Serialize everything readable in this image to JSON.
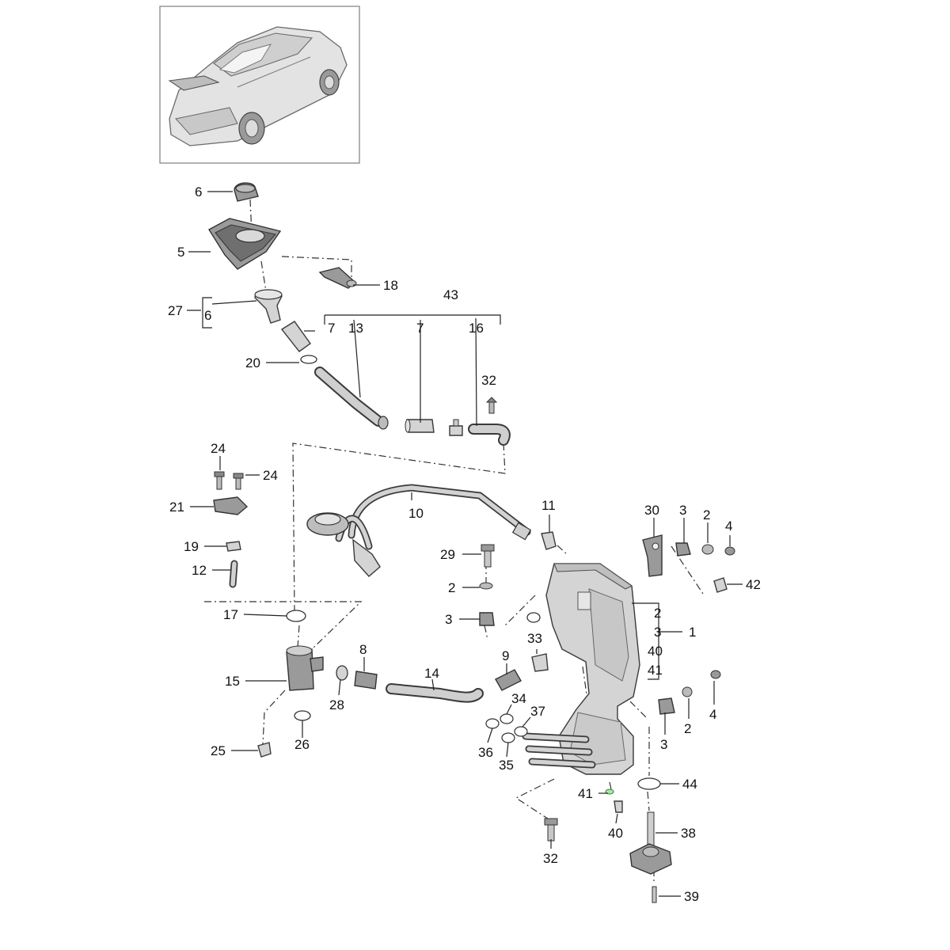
{
  "callouts": {
    "c6a": "6",
    "c5": "5",
    "c18": "18",
    "c27": "27",
    "c6b": "6",
    "c43": "43",
    "c7a": "7",
    "c13": "13",
    "c7b": "7",
    "c16": "16",
    "c20": "20",
    "c32a": "32",
    "c24a": "24",
    "c24b": "24",
    "c21": "21",
    "c19": "19",
    "c12": "12",
    "c10": "10",
    "c11": "11",
    "c30": "30",
    "c3a": "3",
    "c2a": "2",
    "c4a": "4",
    "c42": "42",
    "c29": "29",
    "c2b": "2",
    "c3b": "3",
    "c17": "17",
    "c15": "15",
    "c28": "28",
    "c8": "8",
    "c14": "14",
    "c9": "9",
    "c33": "33",
    "c25": "25",
    "c26": "26",
    "g2": "2",
    "g3": "3",
    "g40": "40",
    "g41": "41",
    "c1": "1",
    "c3c": "3",
    "c2c": "2",
    "c4b": "4",
    "c34": "34",
    "c37": "37",
    "c36": "36",
    "c35": "35",
    "c44": "44",
    "c41": "41",
    "c40": "40",
    "c38": "38",
    "c32b": "32",
    "c39": "39"
  }
}
